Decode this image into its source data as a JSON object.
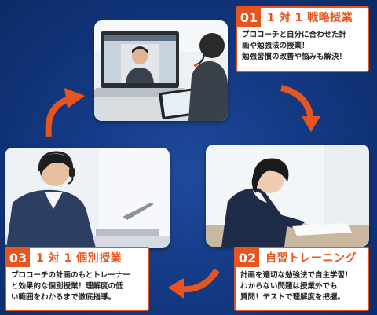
{
  "steps": [
    {
      "number": "01",
      "title": "1 対 1 戦略授業",
      "lines": [
        "プロコーチと自分に合わせた計",
        "画や勉強法の授業！",
        "勉強習慣の改善や悩みも解決！"
      ]
    },
    {
      "number": "02",
      "title": "自習トレーニング",
      "lines": [
        "計画を適切な勉強法で自主学習！",
        "わからない問題は授業外でも",
        "質問！テストで理解度を把握。"
      ]
    },
    {
      "number": "03",
      "title": "1 対 1 個別授業",
      "lines": [
        "プロコーチの計画のもとトレーナー",
        "と効果的な個別授業！理解度の低",
        "い範囲をわかるまで徹底指導。"
      ]
    }
  ],
  "colors": {
    "accent": "#e8541e",
    "background": "#143a85"
  }
}
